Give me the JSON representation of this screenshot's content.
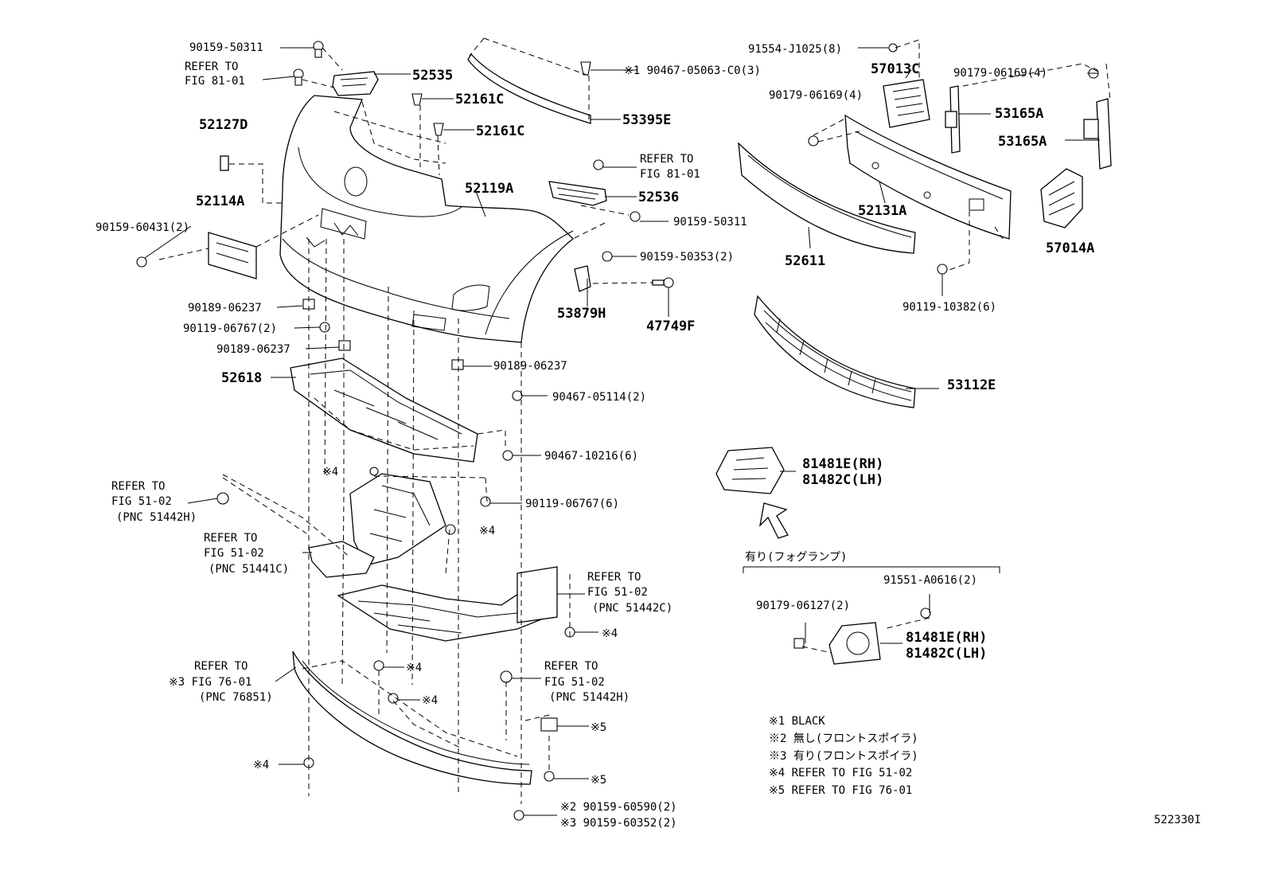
{
  "diagram": {
    "code": "522330I",
    "labels": [
      {
        "id": "l1",
        "text": "90159-50311"
      },
      {
        "id": "l2a",
        "text": "REFER TO"
      },
      {
        "id": "l2b",
        "text": "FIG 81-01"
      },
      {
        "id": "l3",
        "text": "52535"
      },
      {
        "id": "l4",
        "text": "52161C"
      },
      {
        "id": "l5",
        "text": "52161C"
      },
      {
        "id": "l6",
        "text": "52127D"
      },
      {
        "id": "l7",
        "text": "52114A"
      },
      {
        "id": "l8",
        "text": "90159-60431(2)"
      },
      {
        "id": "l9",
        "text": "52119A"
      },
      {
        "id": "l10",
        "text": "※1 90467-05063-C0(3)"
      },
      {
        "id": "l11",
        "text": "53395E"
      },
      {
        "id": "l12a",
        "text": "REFER TO"
      },
      {
        "id": "l12b",
        "text": "FIG 81-01"
      },
      {
        "id": "l13",
        "text": "52536"
      },
      {
        "id": "l14",
        "text": "90159-50311"
      },
      {
        "id": "l15",
        "text": "90159-50353(2)"
      },
      {
        "id": "l16",
        "text": "53879H"
      },
      {
        "id": "l17",
        "text": "47749F"
      },
      {
        "id": "l18",
        "text": "91554-J1025(8)"
      },
      {
        "id": "l19",
        "text": "57013C"
      },
      {
        "id": "l20",
        "text": "90179-06169(4)"
      },
      {
        "id": "l21",
        "text": "90179-06169(4)"
      },
      {
        "id": "l22",
        "text": "53165A"
      },
      {
        "id": "l23",
        "text": "53165A"
      },
      {
        "id": "l24",
        "text": "52131A"
      },
      {
        "id": "l25",
        "text": "52611"
      },
      {
        "id": "l26",
        "text": "57014A"
      },
      {
        "id": "l27",
        "text": "90119-10382(6)"
      },
      {
        "id": "l28",
        "text": "53112E"
      },
      {
        "id": "l29",
        "text": "90189-06237"
      },
      {
        "id": "l30",
        "text": "90119-06767(2)"
      },
      {
        "id": "l31",
        "text": "90189-06237"
      },
      {
        "id": "l32",
        "text": "52618"
      },
      {
        "id": "l33",
        "text": "90189-06237"
      },
      {
        "id": "l34",
        "text": "90467-05114(2)"
      },
      {
        "id": "l35",
        "text": "90467-10216(6)"
      },
      {
        "id": "l36",
        "text": "※4"
      },
      {
        "id": "l37a",
        "text": "REFER TO"
      },
      {
        "id": "l37b",
        "text": "FIG 51-02"
      },
      {
        "id": "l37c",
        "text": "(PNC 51442H)"
      },
      {
        "id": "l38",
        "text": "90119-06767(6)"
      },
      {
        "id": "l39",
        "text": "※4"
      },
      {
        "id": "l40a",
        "text": "REFER TO"
      },
      {
        "id": "l40b",
        "text": "FIG 51-02"
      },
      {
        "id": "l40c",
        "text": "(PNC 51441C)"
      },
      {
        "id": "l41a",
        "text": "REFER TO"
      },
      {
        "id": "l41b",
        "text": "FIG 51-02"
      },
      {
        "id": "l41c",
        "text": "(PNC 51442C)"
      },
      {
        "id": "l42",
        "text": "※4"
      },
      {
        "id": "l43",
        "text": "※4"
      },
      {
        "id": "l44",
        "text": "※4"
      },
      {
        "id": "l45a",
        "text": "REFER TO"
      },
      {
        "id": "l45b",
        "text": "※3 FIG 76-01"
      },
      {
        "id": "l45c",
        "text": "(PNC 76851)"
      },
      {
        "id": "l46a",
        "text": "REFER TO"
      },
      {
        "id": "l46b",
        "text": "FIG 51-02"
      },
      {
        "id": "l46c",
        "text": "(PNC 51442H)"
      },
      {
        "id": "l47",
        "text": "※5"
      },
      {
        "id": "l48",
        "text": "※5"
      },
      {
        "id": "l49",
        "text": "※4"
      },
      {
        "id": "l50",
        "text": "※2 90159-60590(2)"
      },
      {
        "id": "l51",
        "text": "※3 90159-60352(2)"
      },
      {
        "id": "l52a",
        "text": "81481E(RH)"
      },
      {
        "id": "l52b",
        "text": "81482C(LH)"
      },
      {
        "id": "l53",
        "text": "有り(フォグランプ)"
      },
      {
        "id": "l54",
        "text": "91551-A0616(2)"
      },
      {
        "id": "l55",
        "text": "90179-06127(2)"
      },
      {
        "id": "l56a",
        "text": "81481E(RH)"
      },
      {
        "id": "l56b",
        "text": "81482C(LH)"
      }
    ],
    "notes": [
      "※1 BLACK",
      "※2 無し(フロントスポイラ)",
      "※3 有り(フロントスポイラ)",
      "※4 REFER TO FIG 51-02",
      "※5 REFER TO FIG 76-01"
    ]
  }
}
